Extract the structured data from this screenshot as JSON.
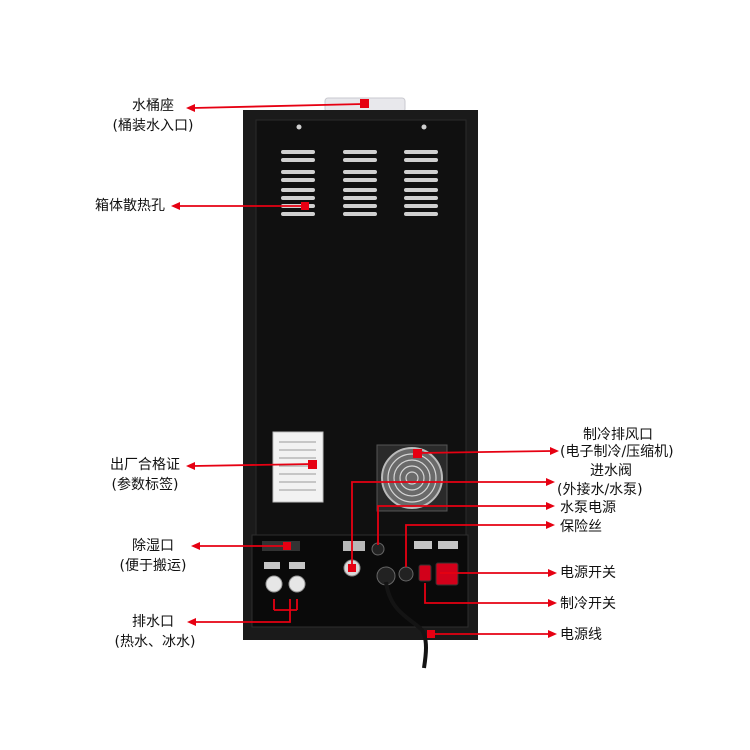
{
  "labels": {
    "bucket_seat": "水桶座",
    "bucket_seat_sub": "(桶装水入口)",
    "vent_holes": "箱体散热孔",
    "certificate": "出厂合格证",
    "certificate_sub": "(参数标签)",
    "dehumid": "除湿口",
    "dehumid_sub": "(便于搬运)",
    "drain": "排水口",
    "drain_sub": "(热水、冰水)",
    "exhaust": "制冷排风口",
    "exhaust_sub": "(电子制冷/压缩机)",
    "inlet_valve": "进水阀",
    "inlet_valve_sub": "(外接水/水泵)",
    "pump_power": "水泵电源",
    "fuse": "保险丝",
    "power_switch": "电源开关",
    "cooling_switch": "制冷开关",
    "power_cord": "电源线"
  },
  "colors": {
    "pointer": "#e60012",
    "cabinet": "#161616",
    "panel": "#0c0c0c"
  }
}
